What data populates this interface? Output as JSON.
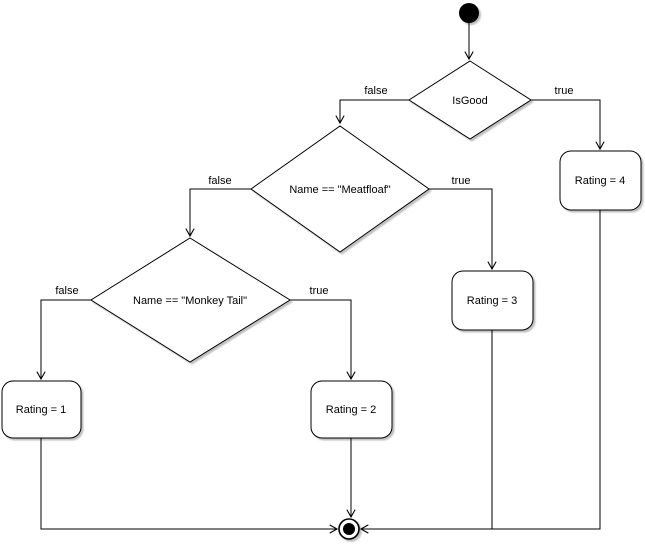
{
  "diagram": {
    "type": "uml-activity-flowchart",
    "background_color": "#ffffff",
    "line_color": "#000000",
    "node_fill_color": "#ffffff",
    "shadow_color": "#c9c9c9"
  },
  "nodes": {
    "start": {
      "type": "initial-node"
    },
    "isgood": {
      "type": "decision",
      "label": "IsGood"
    },
    "meatfloaf": {
      "type": "decision",
      "label": "Name == \"Meatfloaf\""
    },
    "monkeytail": {
      "type": "decision",
      "label": "Name == \"Monkey Tail\""
    },
    "rating4": {
      "type": "action",
      "label": "Rating = 4"
    },
    "rating3": {
      "type": "action",
      "label": "Rating = 3"
    },
    "rating2": {
      "type": "action",
      "label": "Rating = 2"
    },
    "rating1": {
      "type": "action",
      "label": "Rating = 1"
    },
    "end": {
      "type": "activity-final-node"
    }
  },
  "edges": {
    "isgood_false": {
      "label": "false"
    },
    "isgood_true": {
      "label": "true"
    },
    "meatfloaf_false": {
      "label": "false"
    },
    "meatfloaf_true": {
      "label": "true"
    },
    "monkeytail_false": {
      "label": "false"
    },
    "monkeytail_true": {
      "label": "true"
    }
  }
}
